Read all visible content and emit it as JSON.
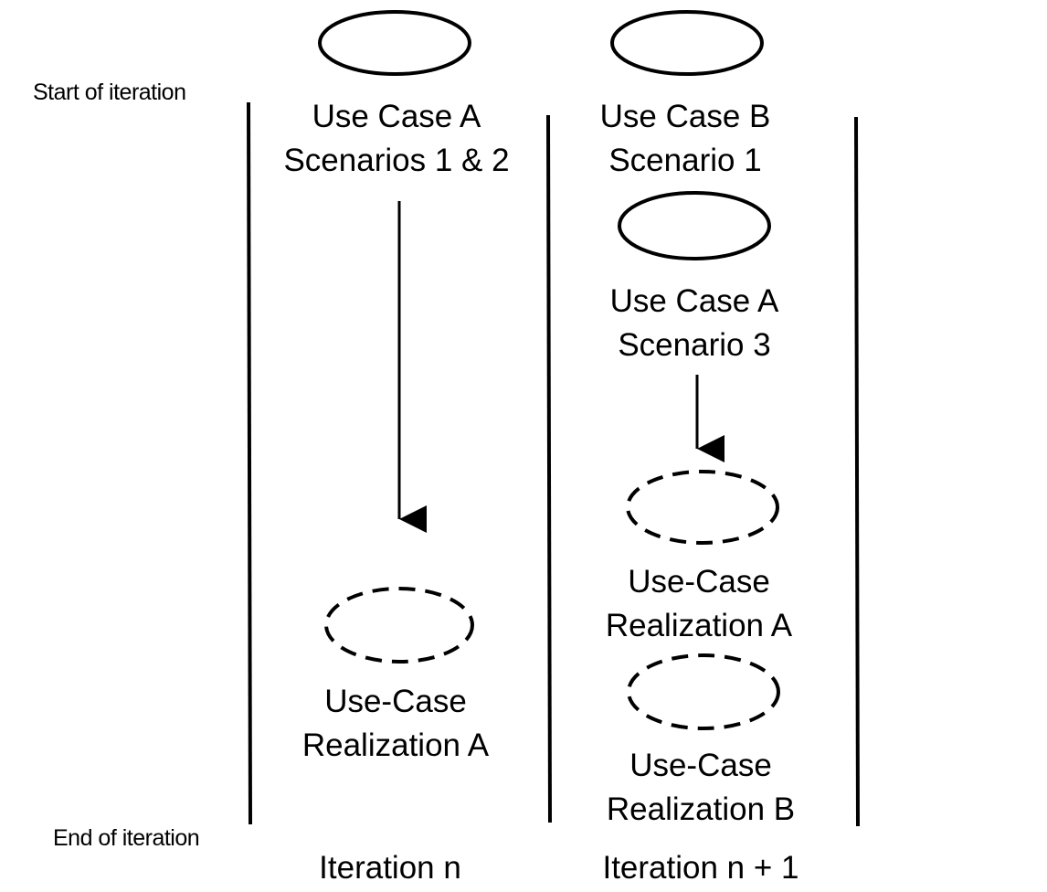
{
  "side_labels": {
    "start": "Start of iteration",
    "end": "End of iteration"
  },
  "iterations": [
    {
      "title": "Iteration n",
      "use_cases": [
        {
          "line1": "Use Case A",
          "line2": "Scenarios 1 & 2"
        }
      ],
      "realizations": [
        {
          "line1": "Use-Case",
          "line2": "Realization A"
        }
      ]
    },
    {
      "title": "Iteration n + 1",
      "use_cases": [
        {
          "line1": "Use Case B",
          "line2": "Scenario 1"
        },
        {
          "line1": "Use Case A",
          "line2": "Scenario 3"
        }
      ],
      "realizations": [
        {
          "line1": "Use-Case",
          "line2": "Realization A"
        },
        {
          "line1": "Use-Case",
          "line2": "Realization B"
        }
      ]
    }
  ],
  "colors": {
    "ink": "#000000",
    "background": "#ffffff"
  }
}
